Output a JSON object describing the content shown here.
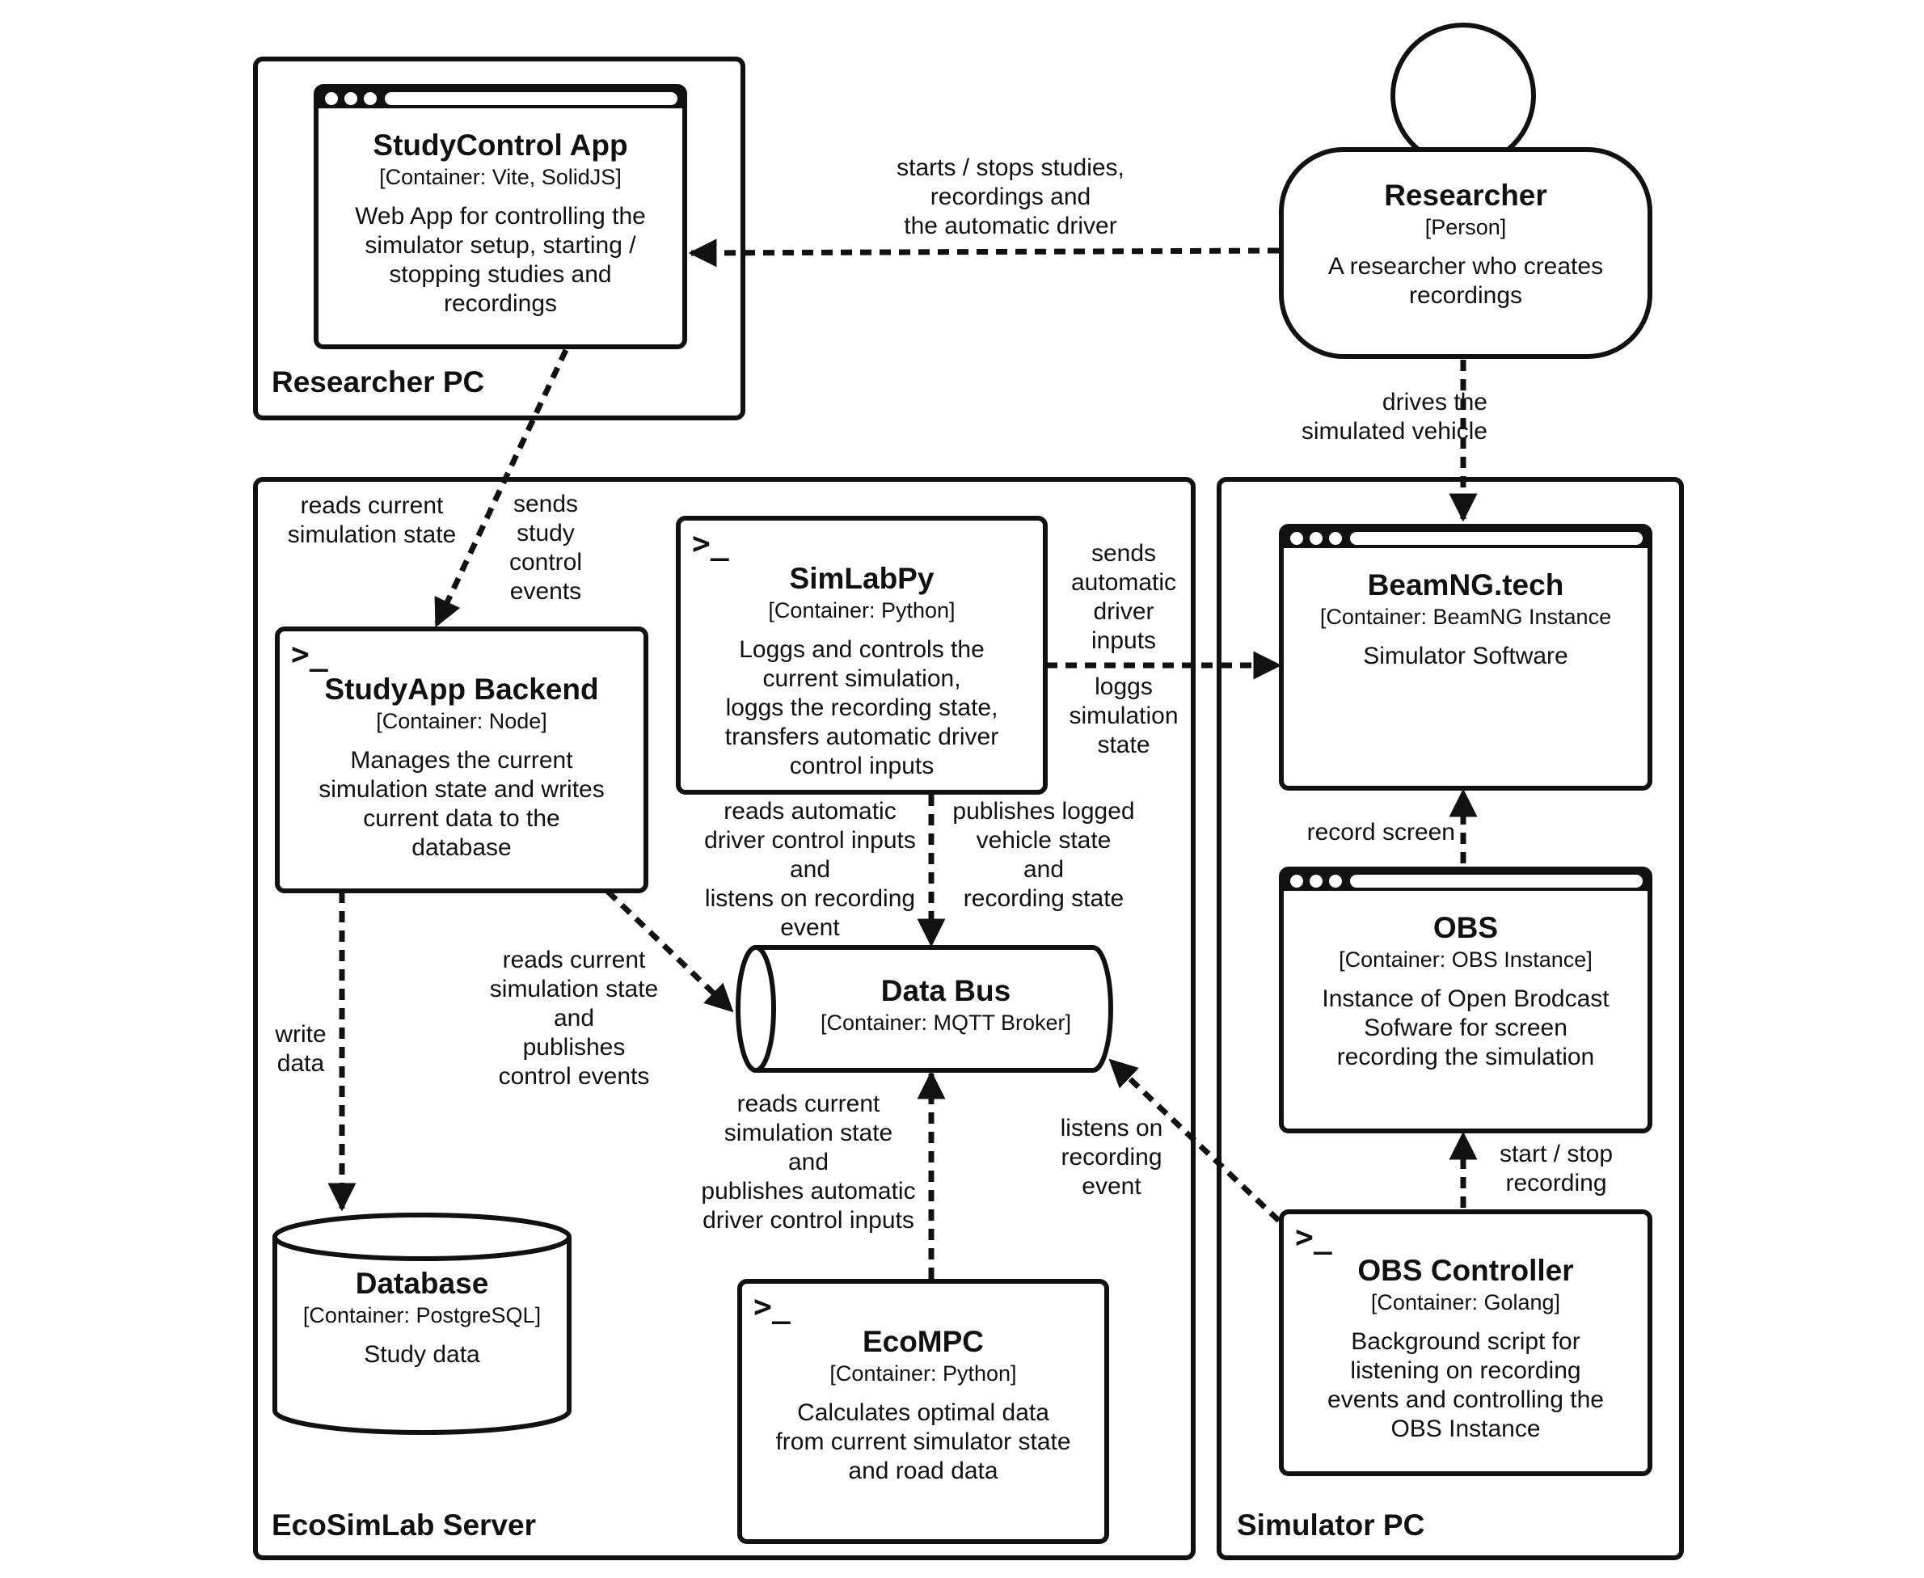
{
  "boundaries": {
    "researcher_pc": "Researcher PC",
    "ecosimlab_server": "EcoSimLab Server",
    "simulator_pc": "Simulator PC"
  },
  "nodes": {
    "studycontrol": {
      "title": "StudyControl App",
      "tech": "[Container: Vite, SolidJS]",
      "desc": "Web App for controlling the\nsimulator setup, starting /\nstopping studies and\nrecordings"
    },
    "researcher": {
      "title": "Researcher",
      "tech": "[Person]",
      "desc": "A researcher who creates\nrecordings"
    },
    "simlabpy": {
      "title": "SimLabPy",
      "tech": "[Container: Python]",
      "desc": "Loggs and controls the\ncurrent simulation,\nloggs the recording state,\ntransfers automatic driver\ncontrol inputs"
    },
    "studyapp": {
      "title": "StudyApp Backend",
      "tech": "[Container: Node]",
      "desc": "Manages the current\nsimulation state and writes\ncurrent data to the\ndatabase"
    },
    "databus": {
      "title": "Data Bus",
      "tech": "[Container: MQTT Broker]"
    },
    "database": {
      "title": "Database",
      "tech": "[Container: PostgreSQL]",
      "desc": "Study data"
    },
    "ecompc": {
      "title": "EcoMPC",
      "tech": "[Container: Python]",
      "desc": "Calculates optimal data\nfrom current simulator state\nand road data"
    },
    "beamng": {
      "title": "BeamNG.tech",
      "tech": "[Container: BeamNG Instance",
      "desc": "Simulator Software"
    },
    "obs": {
      "title": "OBS",
      "tech": "[Container: OBS Instance]",
      "desc": "Instance of Open Brodcast\nSofware for screen\nrecording the simulation"
    },
    "obscontroller": {
      "title": "OBS Controller",
      "tech": "[Container: Golang]",
      "desc": "Background script for\nlistening on recording\nevents and controlling the\nOBS Instance"
    }
  },
  "edges": {
    "researcher_to_studycontrol": "starts / stops studies,\nrecordings and\nthe automatic driver",
    "researcher_to_beamng": "drives the\nsimulated vehicle",
    "studycontrol_reads": "reads current\nsimulation state",
    "studycontrol_sends": "sends\nstudy\ncontrol\nevents",
    "simlabpy_sends": "sends\nautomatic\ndriver\ninputs",
    "simlabpy_loggs": "loggs\nsimulation\nstate",
    "simlabpy_reads": "reads automatic\ndriver control inputs\nand\nlistens on recording\nevent",
    "simlabpy_publishes": "publishes logged\nvehicle state\nand\nrecording state",
    "studyapp_bus": "reads current\nsimulation state\nand\npublishes\ncontrol events",
    "studyapp_write": "write\ndata",
    "ecompc_bus": "reads current\nsimulation state\nand\npublishes automatic\ndriver control inputs",
    "obs_record": "record screen",
    "obscontroller_obs": "start / stop\nrecording",
    "obscontroller_bus": "listens on\nrecording\nevent"
  },
  "icons": {
    "terminal": "terminal-icon",
    "browser_window": "browser-window-icon",
    "person": "person-icon",
    "database": "database-cylinder-icon",
    "queue": "queue-cylinder-icon"
  },
  "colors": {
    "stroke": "#111111",
    "background": "#ffffff"
  }
}
